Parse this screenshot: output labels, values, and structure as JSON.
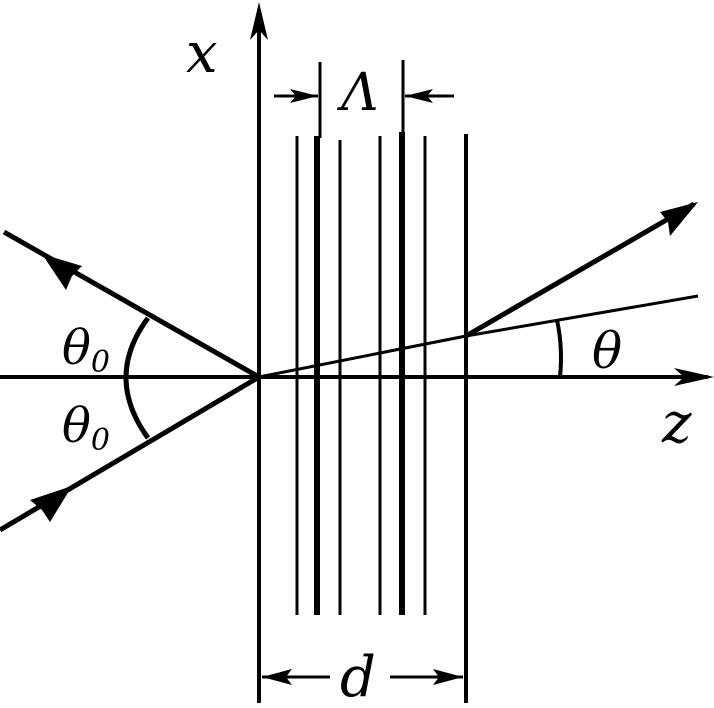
{
  "labels": {
    "x_axis": "x",
    "z_axis": "z",
    "period": "Λ",
    "thickness": "d",
    "incident_angle_upper": "θ",
    "incident_angle_upper_sub": "0",
    "incident_angle_lower": "θ",
    "incident_angle_lower_sub": "0",
    "refraction_angle": "θ"
  }
}
